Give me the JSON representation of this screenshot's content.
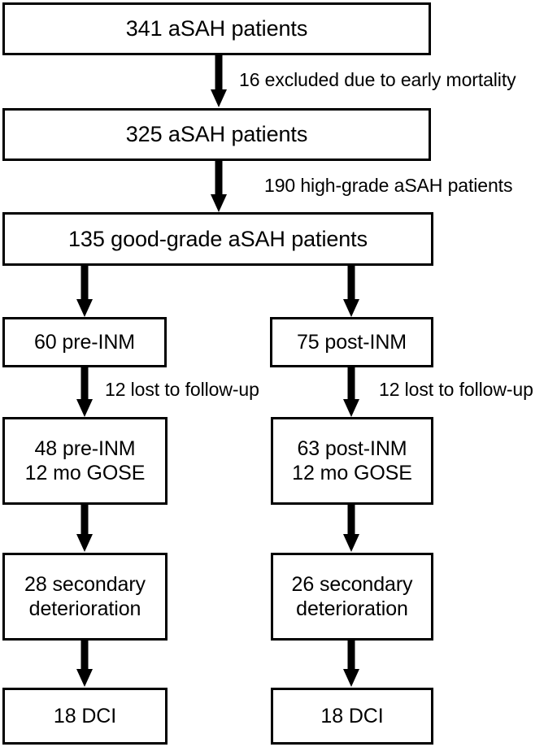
{
  "diagram": {
    "title": "aSAH patient selection flow diagram",
    "colors": {
      "stroke": "#000000",
      "fill": "#ffffff",
      "text": "#000000"
    },
    "nodes": [
      {
        "id": "node-341-asah-patients",
        "text": "341 aSAH patients",
        "font_size": 27
      },
      {
        "id": "node-325-asah-patients",
        "text": "325 aSAH patients",
        "font_size": 27
      },
      {
        "id": "node-135-good-grade-asah-patients",
        "text": "135 good-grade aSAH patients",
        "font_size": 27
      },
      {
        "id": "node-60-pre-inm",
        "text": "60 pre-INM",
        "font_size": 25
      },
      {
        "id": "node-75-post-inm",
        "text": "75 post-INM",
        "font_size": 25
      },
      {
        "id": "node-48-pre-inm-12-mo-gose",
        "text": "48 pre-INM\n12 mo GOSE",
        "font_size": 25
      },
      {
        "id": "node-63-post-inm-12-mo-gose",
        "text": "63 post-INM\n12 mo GOSE",
        "font_size": 25
      },
      {
        "id": "node-28-secondary-deterioration",
        "text": "28 secondary\ndeterioration",
        "font_size": 25
      },
      {
        "id": "node-26-secondary-deterioration",
        "text": "26 secondary\ndeterioration",
        "font_size": 25
      },
      {
        "id": "node-18-dci-left",
        "text": "18 DCI",
        "font_size": 25
      },
      {
        "id": "node-18-dci-right",
        "text": "18 DCI",
        "font_size": 25
      }
    ],
    "edge_labels": [
      {
        "id": "label-excluded-early-mortality",
        "text": "16 excluded due to early mortality",
        "font_size": 23
      },
      {
        "id": "label-high-grade-asah",
        "text": "190 high-grade aSAH patients",
        "font_size": 23
      },
      {
        "id": "label-lost-follow-up-left",
        "text": "12 lost to follow-up",
        "font_size": 23
      },
      {
        "id": "label-lost-follow-up-right",
        "text": "12 lost to follow-up",
        "font_size": 23
      }
    ]
  }
}
